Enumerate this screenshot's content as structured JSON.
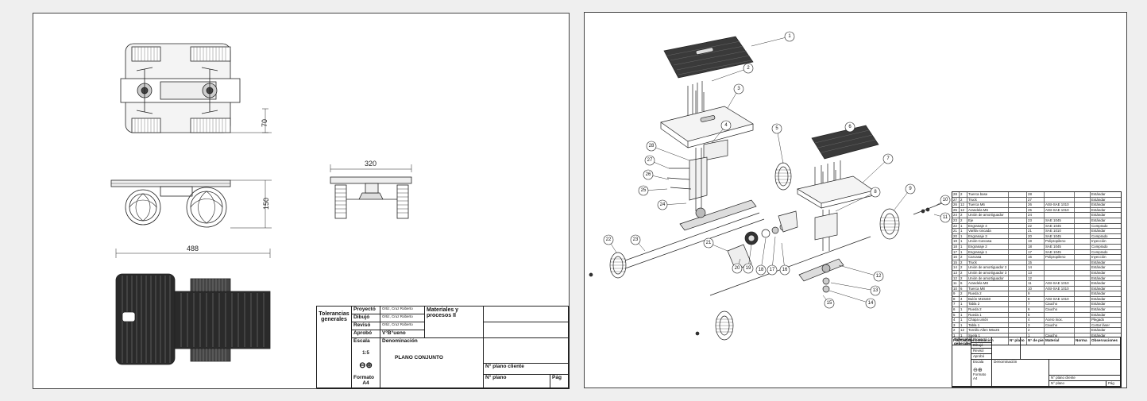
{
  "left_sheet": {
    "dims": {
      "top_view_height": "70",
      "side_view_height": "150",
      "front_view_width": "320",
      "bottom_view_width": "488"
    },
    "title_block": {
      "tolerancias": "Tolerancias generales",
      "proyecto": "Proyectó",
      "dibujo": "Dibujó",
      "reviso": "Revisó",
      "aprobo": "Aprobó",
      "escala_label": "Escala",
      "escala_value": "1:5",
      "formato_label": "Formato",
      "formato_value": "A4",
      "denominacion_label": "Denominación",
      "denominacion_value": "PLANO CONJUNTO",
      "materiales": "Materiales y procesos II",
      "vbueno": "V°B°ueno",
      "name1": "Ortiz, Cruz Roberto",
      "name2": "Ortiz, Cruz Roberto",
      "name3": "Ortiz, Cruz Roberto",
      "plano_cliente": "N° plano cliente",
      "plano": "N° plano",
      "pag": "Pág"
    }
  },
  "right_sheet": {
    "callouts": [
      "1",
      "2",
      "3",
      "4",
      "5",
      "6",
      "7",
      "8",
      "9",
      "10",
      "11",
      "12",
      "13",
      "14",
      "15",
      "16",
      "17",
      "18",
      "19",
      "20",
      "21",
      "22",
      "23",
      "24",
      "25",
      "26",
      "27",
      "28"
    ],
    "bom_header": [
      "Posic.",
      "Cant.",
      "Denominación",
      "N° plano",
      "N° de pieza",
      "Material",
      "Norma",
      "Observaciones"
    ],
    "bom_rows": [
      [
        "28",
        "2",
        "Tuerca base",
        "",
        "28",
        "",
        "",
        "Estándar"
      ],
      [
        "27",
        "2",
        "Truck",
        "",
        "27",
        "",
        "",
        "Estándar"
      ],
      [
        "26",
        "12",
        "Tuerca M6",
        "",
        "26",
        "AISI-SAE 1010",
        "",
        "Estándar"
      ],
      [
        "25",
        "12",
        "Arandela M6",
        "",
        "25",
        "AISI-SAE 1010",
        "",
        "Estándar"
      ],
      [
        "24",
        "2",
        "Unión de amortiguador",
        "",
        "24",
        "",
        "",
        "Estándar"
      ],
      [
        "23",
        "2",
        "Eje",
        "",
        "23",
        "SAE 1045",
        "",
        "Estándar"
      ],
      [
        "22",
        "1",
        "Engranaje 4",
        "",
        "22",
        "SAE 1045",
        "",
        "Comprado"
      ],
      [
        "21",
        "1",
        "Varilla roscada",
        "",
        "21",
        "SAE 1010",
        "",
        "Estándar"
      ],
      [
        "20",
        "1",
        "Engranaje 3",
        "",
        "20",
        "SAE 1045",
        "",
        "Comprado"
      ],
      [
        "19",
        "1",
        "Unión-Carcasa",
        "",
        "19",
        "Polipropileno",
        "",
        "Inyección"
      ],
      [
        "18",
        "1",
        "Engranaje 2",
        "",
        "18",
        "SAE 1045",
        "",
        "Comprado"
      ],
      [
        "17",
        "1",
        "Engranaje 1",
        "",
        "17",
        "SAE 1045",
        "",
        "Comprado"
      ],
      [
        "16",
        "2",
        "Carcasa",
        "",
        "16",
        "Polipropileno",
        "",
        "Inyección"
      ],
      [
        "15",
        "2",
        "Truck",
        "",
        "15",
        "",
        "",
        "Estándar"
      ],
      [
        "14",
        "2",
        "Unión de amortiguador 2",
        "",
        "14",
        "",
        "",
        "Estándar"
      ],
      [
        "13",
        "2",
        "Unión de amortiguador 3",
        "",
        "13",
        "",
        "",
        "Estándar"
      ],
      [
        "12",
        "2",
        "Unión de amortiguador",
        "",
        "12",
        "",
        "",
        "Estándar"
      ],
      [
        "11",
        "6",
        "Arandela M8",
        "",
        "11",
        "AISI-SAE 1010",
        "",
        "Estándar"
      ],
      [
        "10",
        "6",
        "Tuerca M8",
        "",
        "10",
        "AISI-SAE 1010",
        "",
        "Estándar"
      ],
      [
        "9",
        "2",
        "Rueda 2",
        "",
        "9",
        "",
        "",
        "Estándar"
      ],
      [
        "8",
        "4",
        "Bulón M10x50",
        "",
        "8",
        "AISI-SAE 1010",
        "",
        "Estándar"
      ],
      [
        "7",
        "1",
        "Tabla 2",
        "",
        "7",
        "Caucho",
        "",
        "Estándar"
      ],
      [
        "6",
        "1",
        "Rueda 2",
        "",
        "6",
        "Caucho",
        "",
        "Estándar"
      ],
      [
        "5",
        "1",
        "Rueda 1",
        "",
        "5",
        "",
        "",
        "Estándar"
      ],
      [
        "4",
        "1",
        "Chapa unión",
        "",
        "4",
        "Acero inox.",
        "",
        "Plegado"
      ],
      [
        "3",
        "1",
        "Tabla 1",
        "",
        "3",
        "Caucho",
        "",
        "Cortar láser"
      ],
      [
        "2",
        "12",
        "Tornillo Allen M6x25",
        "",
        "2",
        "",
        "",
        "Estándar"
      ],
      [
        "1",
        "1",
        "Suela 1",
        "",
        "1",
        "Caucho",
        "",
        "Estándar"
      ]
    ],
    "title_block": {
      "tolerancias": "Tolerancias generales",
      "proyecto": "Proyectó",
      "dibujo": "Dibujó",
      "reviso": "Revisó",
      "aprobo": "Aprobó",
      "escala_label": "Escala",
      "formato_label": "Formato",
      "formato_value": "A4",
      "denominacion_label": "Denominación",
      "plano_cliente": "N° plano cliente",
      "plano": "N° plano",
      "pag": "Pág"
    }
  }
}
